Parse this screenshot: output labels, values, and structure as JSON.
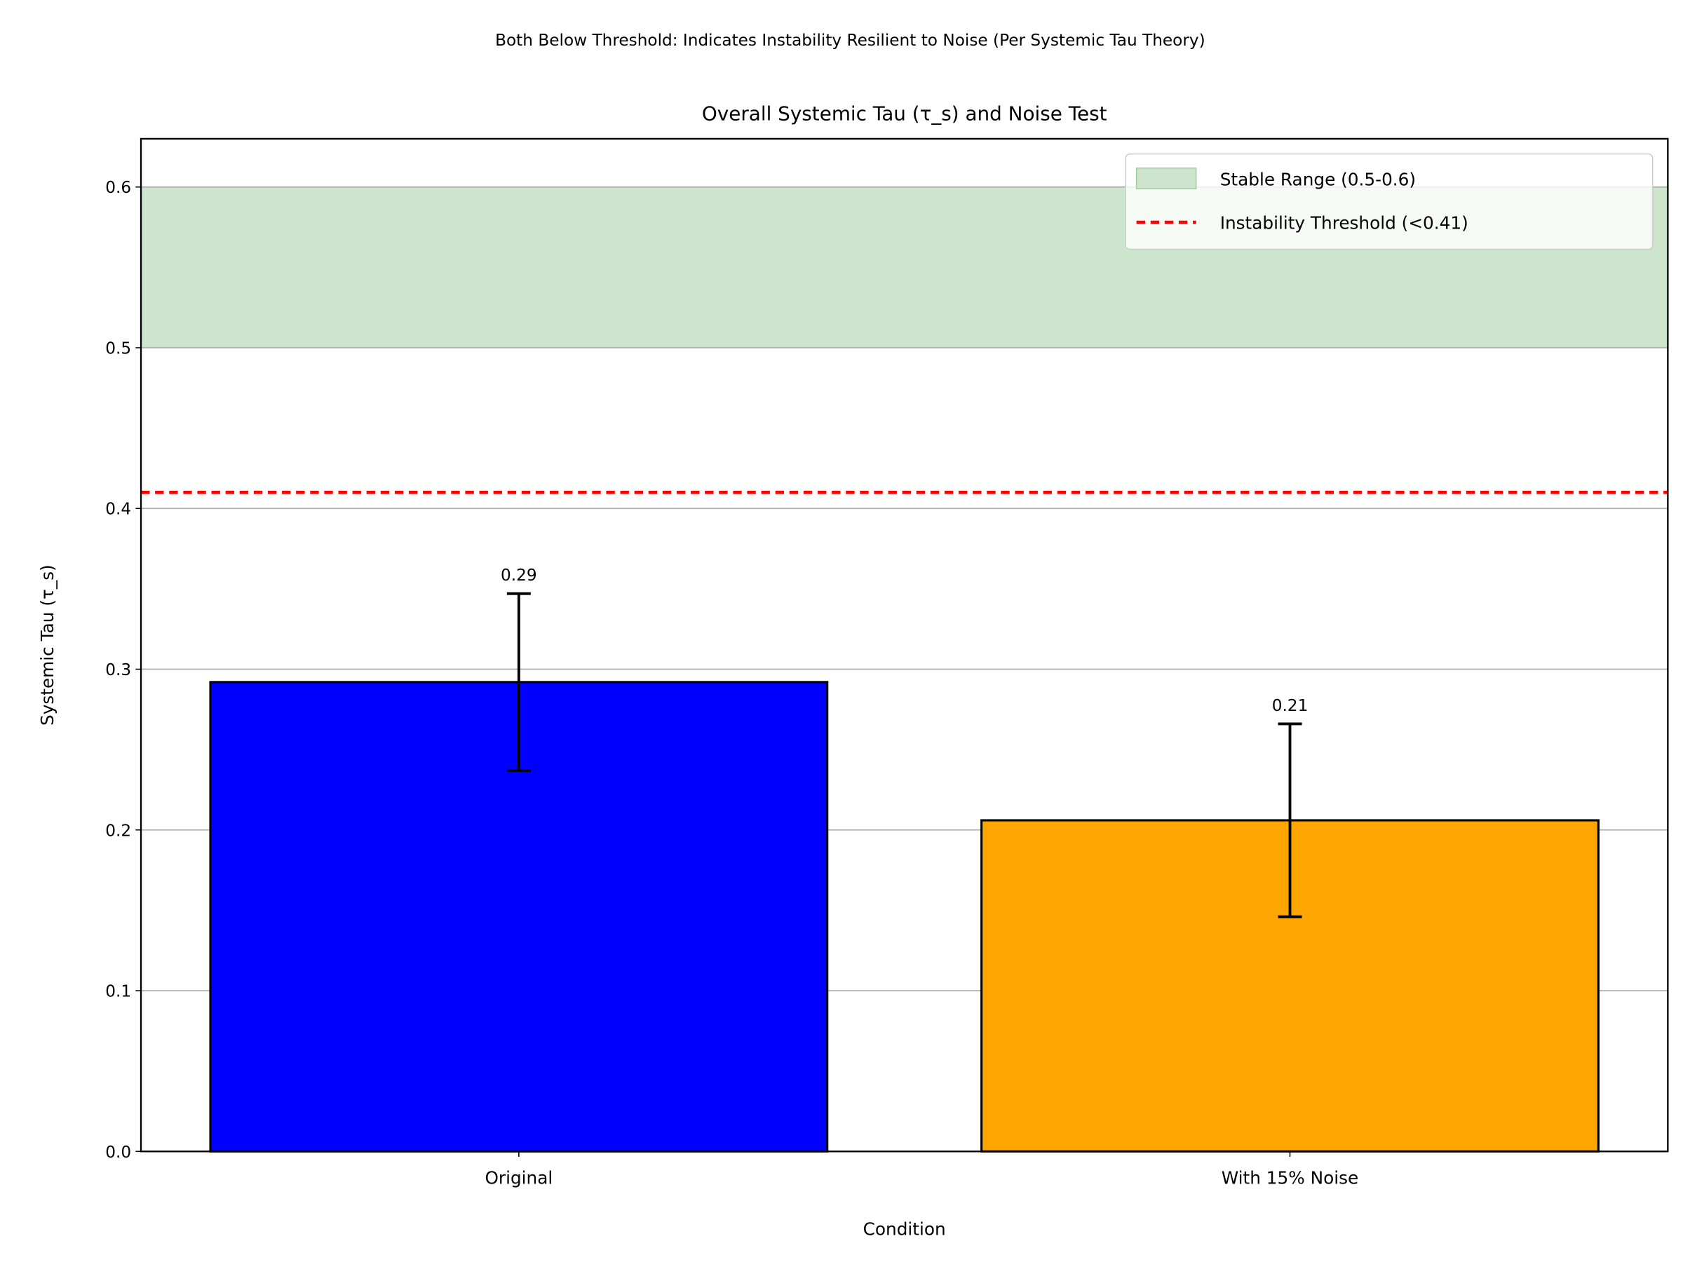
{
  "chart_data": {
    "type": "bar",
    "suptitle": "Both Below Threshold: Indicates Instability Resilient to Noise (Per Systemic Tau Theory)",
    "title": "Overall Systemic Tau (τ_s) and Noise Test",
    "xlabel": "Condition",
    "ylabel": "Systemic Tau (τ_s)",
    "categories": [
      "Original",
      "With 15% Noise"
    ],
    "values": [
      0.292,
      0.206
    ],
    "errors": [
      0.055,
      0.06
    ],
    "bar_colors": [
      "#0000ff",
      "#ffa500"
    ],
    "data_labels": [
      "0.29",
      "0.21"
    ],
    "ylim": [
      0,
      0.63
    ],
    "yticks": [
      "0.0",
      "0.1",
      "0.2",
      "0.3",
      "0.4",
      "0.5",
      "0.6"
    ],
    "grid": "y",
    "stable_range": {
      "label": "Stable Range (0.5-0.6)",
      "from": 0.5,
      "to": 0.6,
      "color": "#cde4cd"
    },
    "threshold": {
      "label": "Instability Threshold (<0.41)",
      "value": 0.41,
      "color": "#ff0000"
    },
    "legend_placement": "top-right"
  }
}
